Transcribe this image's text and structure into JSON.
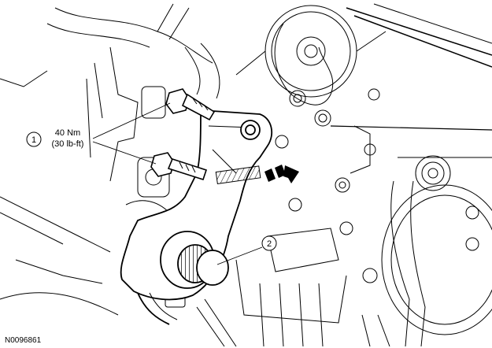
{
  "figure": {
    "id_label": "N0096861",
    "callouts": [
      {
        "number": "1",
        "lines": [
          "40 Nm",
          "(30 lb-ft)"
        ]
      },
      {
        "number": "2",
        "lines": []
      }
    ],
    "arrow": {
      "direction": "right",
      "style": "dashed"
    }
  }
}
